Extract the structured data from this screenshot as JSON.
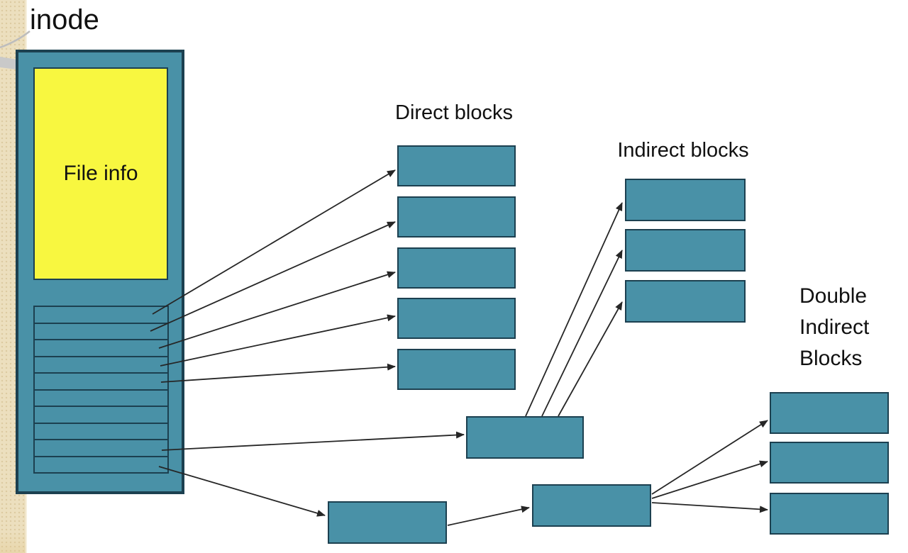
{
  "inode": {
    "title": "inode",
    "file_info_label": "File info",
    "pointer_slots": 10
  },
  "labels": {
    "direct": "Direct blocks",
    "indirect": "Indirect blocks",
    "double_indirect_lines": [
      "Double",
      "Indirect",
      "Blocks"
    ]
  },
  "structure": {
    "direct_blocks": 5,
    "indirect_blocks": 3,
    "double_indirect_blocks": 3,
    "single_indirect_pointer_blocks": 1,
    "double_indirect_chain_blocks": 2,
    "direct_pointer_arrows": 5,
    "indirect_arrows": 3,
    "double_indirect_arrows": 3
  },
  "colors": {
    "block_fill": "#4991a7",
    "block_border": "#1c4050",
    "file_info_fill": "#f8f740",
    "slide_edge_beige": "#ecdfbe",
    "arrow": "#262626",
    "text": "#111111",
    "decor_gray": "#c9c9c9"
  }
}
